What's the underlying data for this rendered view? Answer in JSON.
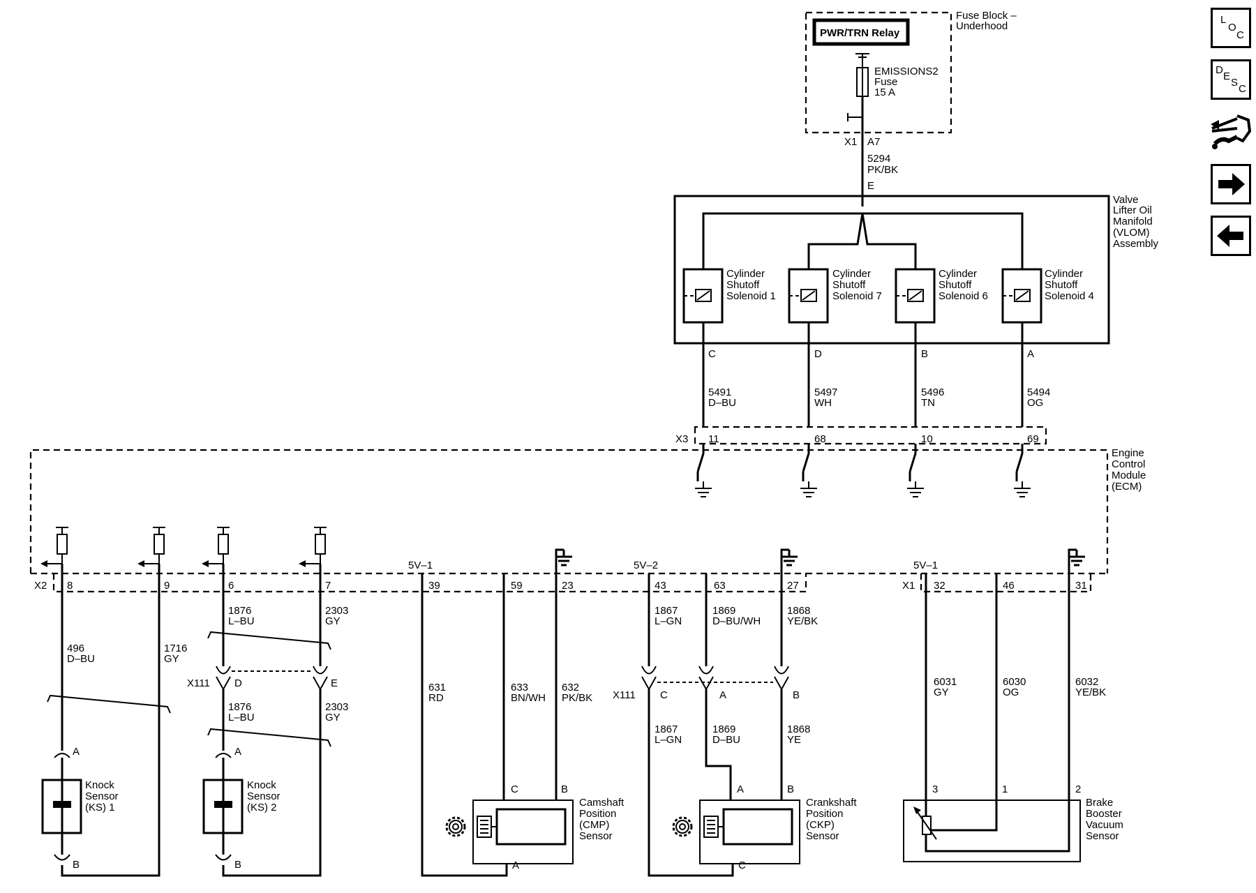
{
  "fuse_block": {
    "title_line1": "Fuse Block –",
    "title_line2": "Underhood",
    "relay": "PWR/TRN Relay",
    "fuse_line1": "EMISSIONS2",
    "fuse_line2": "Fuse",
    "fuse_line3": "15 A",
    "connector": "X1",
    "pin": "A7"
  },
  "feed_wire": {
    "circuit": "5294",
    "color": "PK/BK",
    "vlom_pin": "E"
  },
  "vlom": {
    "title_lines": [
      "Valve",
      "Lifter Oil",
      "Manifold",
      "(VLOM)",
      "Assembly"
    ],
    "solenoids": [
      {
        "l1": "Cylinder",
        "l2": "Shutoff",
        "l3": "Solenoid 1",
        "pin": "C",
        "circuit": "5491",
        "color": "D–BU",
        "ecm_pin": "11"
      },
      {
        "l1": "Cylinder",
        "l2": "Shutoff",
        "l3": "Solenoid 7",
        "pin": "D",
        "circuit": "5497",
        "color": "WH",
        "ecm_pin": "68"
      },
      {
        "l1": "Cylinder",
        "l2": "Shutoff",
        "l3": "Solenoid 6",
        "pin": "B",
        "circuit": "5496",
        "color": "TN",
        "ecm_pin": "10"
      },
      {
        "l1": "Cylinder",
        "l2": "Shutoff",
        "l3": "Solenoid 4",
        "pin": "A",
        "circuit": "5494",
        "color": "OG",
        "ecm_pin": "69"
      }
    ]
  },
  "ecm": {
    "title_lines": [
      "Engine",
      "Control",
      "Module",
      "(ECM)"
    ],
    "x3": "X3",
    "x2": "X2",
    "x1": "X1",
    "x2_pins": [
      "8",
      "9",
      "6",
      "7",
      "39",
      "59",
      "23",
      "43",
      "63",
      "27"
    ],
    "x1_pins": [
      "32",
      "46",
      "31"
    ],
    "ref_5v1": "5V–1",
    "ref_5v2": "5V–2",
    "ref_5v1b": "5V–1"
  },
  "wires": {
    "w496": {
      "circuit": "496",
      "color": "D–BU"
    },
    "w1716": {
      "circuit": "1716",
      "color": "GY"
    },
    "w1876a": {
      "circuit": "1876",
      "color": "L–BU"
    },
    "w2303a": {
      "circuit": "2303",
      "color": "GY"
    },
    "w1876b": {
      "circuit": "1876",
      "color": "L–BU"
    },
    "w2303b": {
      "circuit": "2303",
      "color": "GY"
    },
    "w631": {
      "circuit": "631",
      "color": "RD"
    },
    "w633": {
      "circuit": "633",
      "color": "BN/WH"
    },
    "w632": {
      "circuit": "632",
      "color": "PK/BK"
    },
    "w1867a": {
      "circuit": "1867",
      "color": "L–GN"
    },
    "w1869a": {
      "circuit": "1869",
      "color": "D–BU/WH"
    },
    "w1868a": {
      "circuit": "1868",
      "color": "YE/BK"
    },
    "w1867b": {
      "circuit": "1867",
      "color": "L–GN"
    },
    "w1869b": {
      "circuit": "1869",
      "color": "D–BU"
    },
    "w1868b": {
      "circuit": "1868",
      "color": "YE"
    },
    "w6031": {
      "circuit": "6031",
      "color": "GY"
    },
    "w6030": {
      "circuit": "6030",
      "color": "OG"
    },
    "w6032": {
      "circuit": "6032",
      "color": "YE/BK"
    }
  },
  "x111_left": {
    "name": "X111",
    "pin1": "D",
    "pin2": "E"
  },
  "x111_right": {
    "name": "X111",
    "pin1": "C",
    "pin2": "A",
    "pin3": "B"
  },
  "ks1": {
    "l1": "Knock",
    "l2": "Sensor",
    "l3": "(KS) 1",
    "pin_top": "A",
    "pin_bottom": "B"
  },
  "ks2": {
    "l1": "Knock",
    "l2": "Sensor",
    "l3": "(KS) 2",
    "pin_top": "A",
    "pin_bottom": "B"
  },
  "cmp": {
    "l1": "Camshaft",
    "l2": "Position",
    "l3": "(CMP)",
    "l4": "Sensor",
    "pin1": "C",
    "pin2": "B",
    "pin3": "A"
  },
  "ckp": {
    "l1": "Crankshaft",
    "l2": "Position",
    "l3": "(CKP)",
    "l4": "Sensor",
    "pin1": "A",
    "pin2": "B",
    "pin3": "C"
  },
  "bbv": {
    "l1": "Brake",
    "l2": "Booster",
    "l3": "Vacuum",
    "l4": "Sensor",
    "pin1": "3",
    "pin2": "1",
    "pin3": "2"
  },
  "nav": {
    "loc": [
      "L",
      "O",
      "C"
    ],
    "desc": [
      "D",
      "E",
      "S",
      "C"
    ],
    "icons": [
      "connector-icon",
      "arrow-right-icon",
      "arrow-left-icon"
    ]
  }
}
